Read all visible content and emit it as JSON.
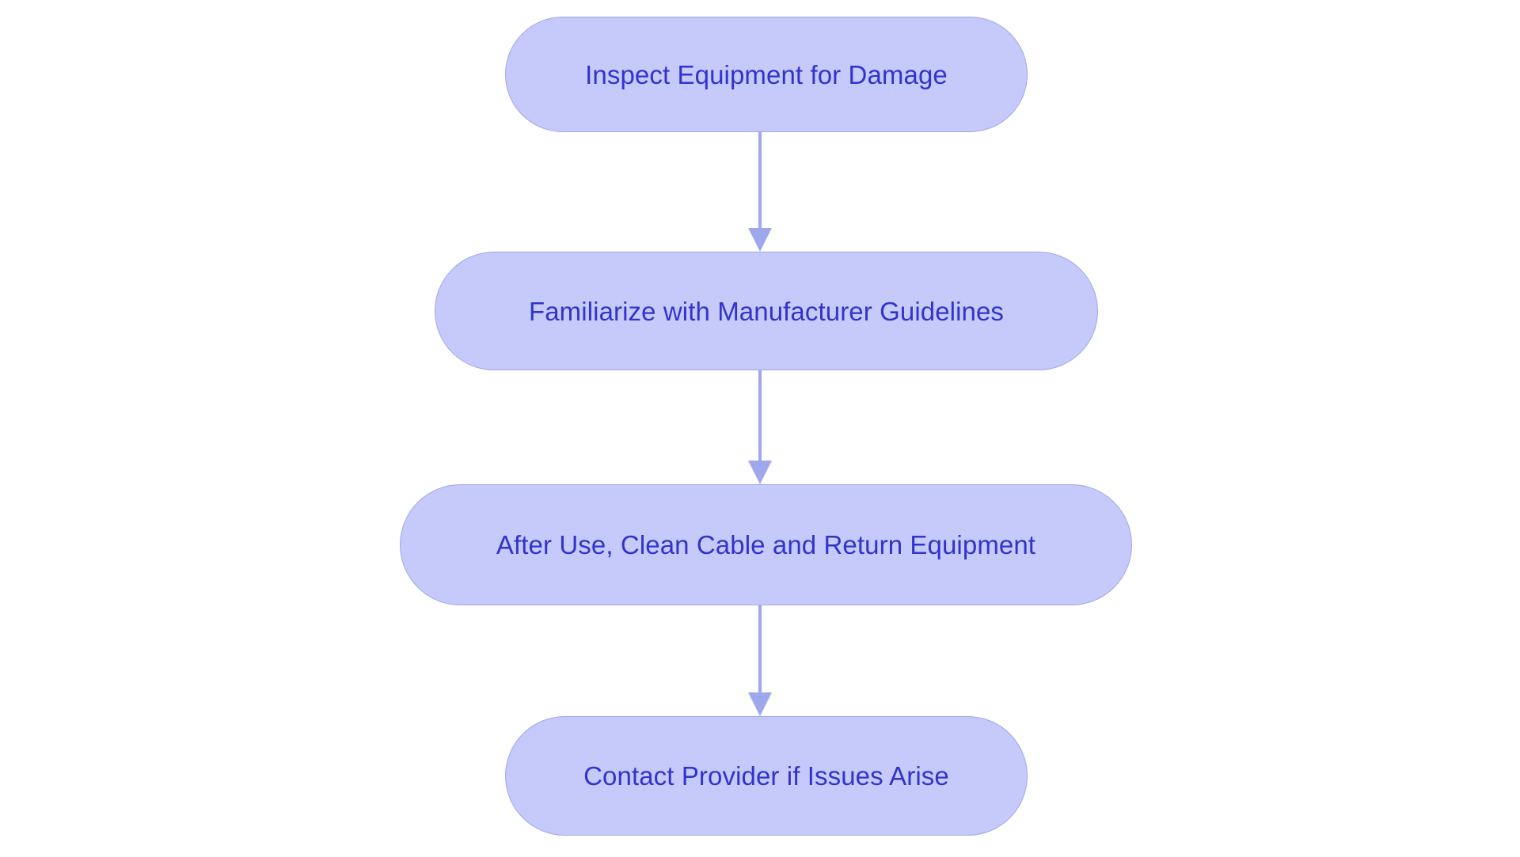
{
  "diagram": {
    "type": "flowchart",
    "orientation": "top-to-bottom",
    "background_color": "#ffffff",
    "node_fill_color": "#c5cafa",
    "node_border_color": "#9fa8e8",
    "node_text_color": "#3333cc",
    "connector_color": "#9fa8ec",
    "nodes": [
      {
        "id": "node-1",
        "label": "Inspect Equipment for Damage",
        "shape": "stadium"
      },
      {
        "id": "node-2",
        "label": "Familiarize with Manufacturer Guidelines",
        "shape": "stadium"
      },
      {
        "id": "node-3",
        "label": "After Use, Clean Cable and Return Equipment",
        "shape": "stadium"
      },
      {
        "id": "node-4",
        "label": "Contact Provider if Issues Arise",
        "shape": "stadium"
      }
    ],
    "edges": [
      {
        "id": "edge-1",
        "from": "node-1",
        "to": "node-2",
        "label": "",
        "arrow": "down"
      },
      {
        "id": "edge-2",
        "from": "node-2",
        "to": "node-3",
        "label": "",
        "arrow": "down"
      },
      {
        "id": "edge-3",
        "from": "node-3",
        "to": "node-4",
        "label": "",
        "arrow": "down"
      }
    ]
  }
}
